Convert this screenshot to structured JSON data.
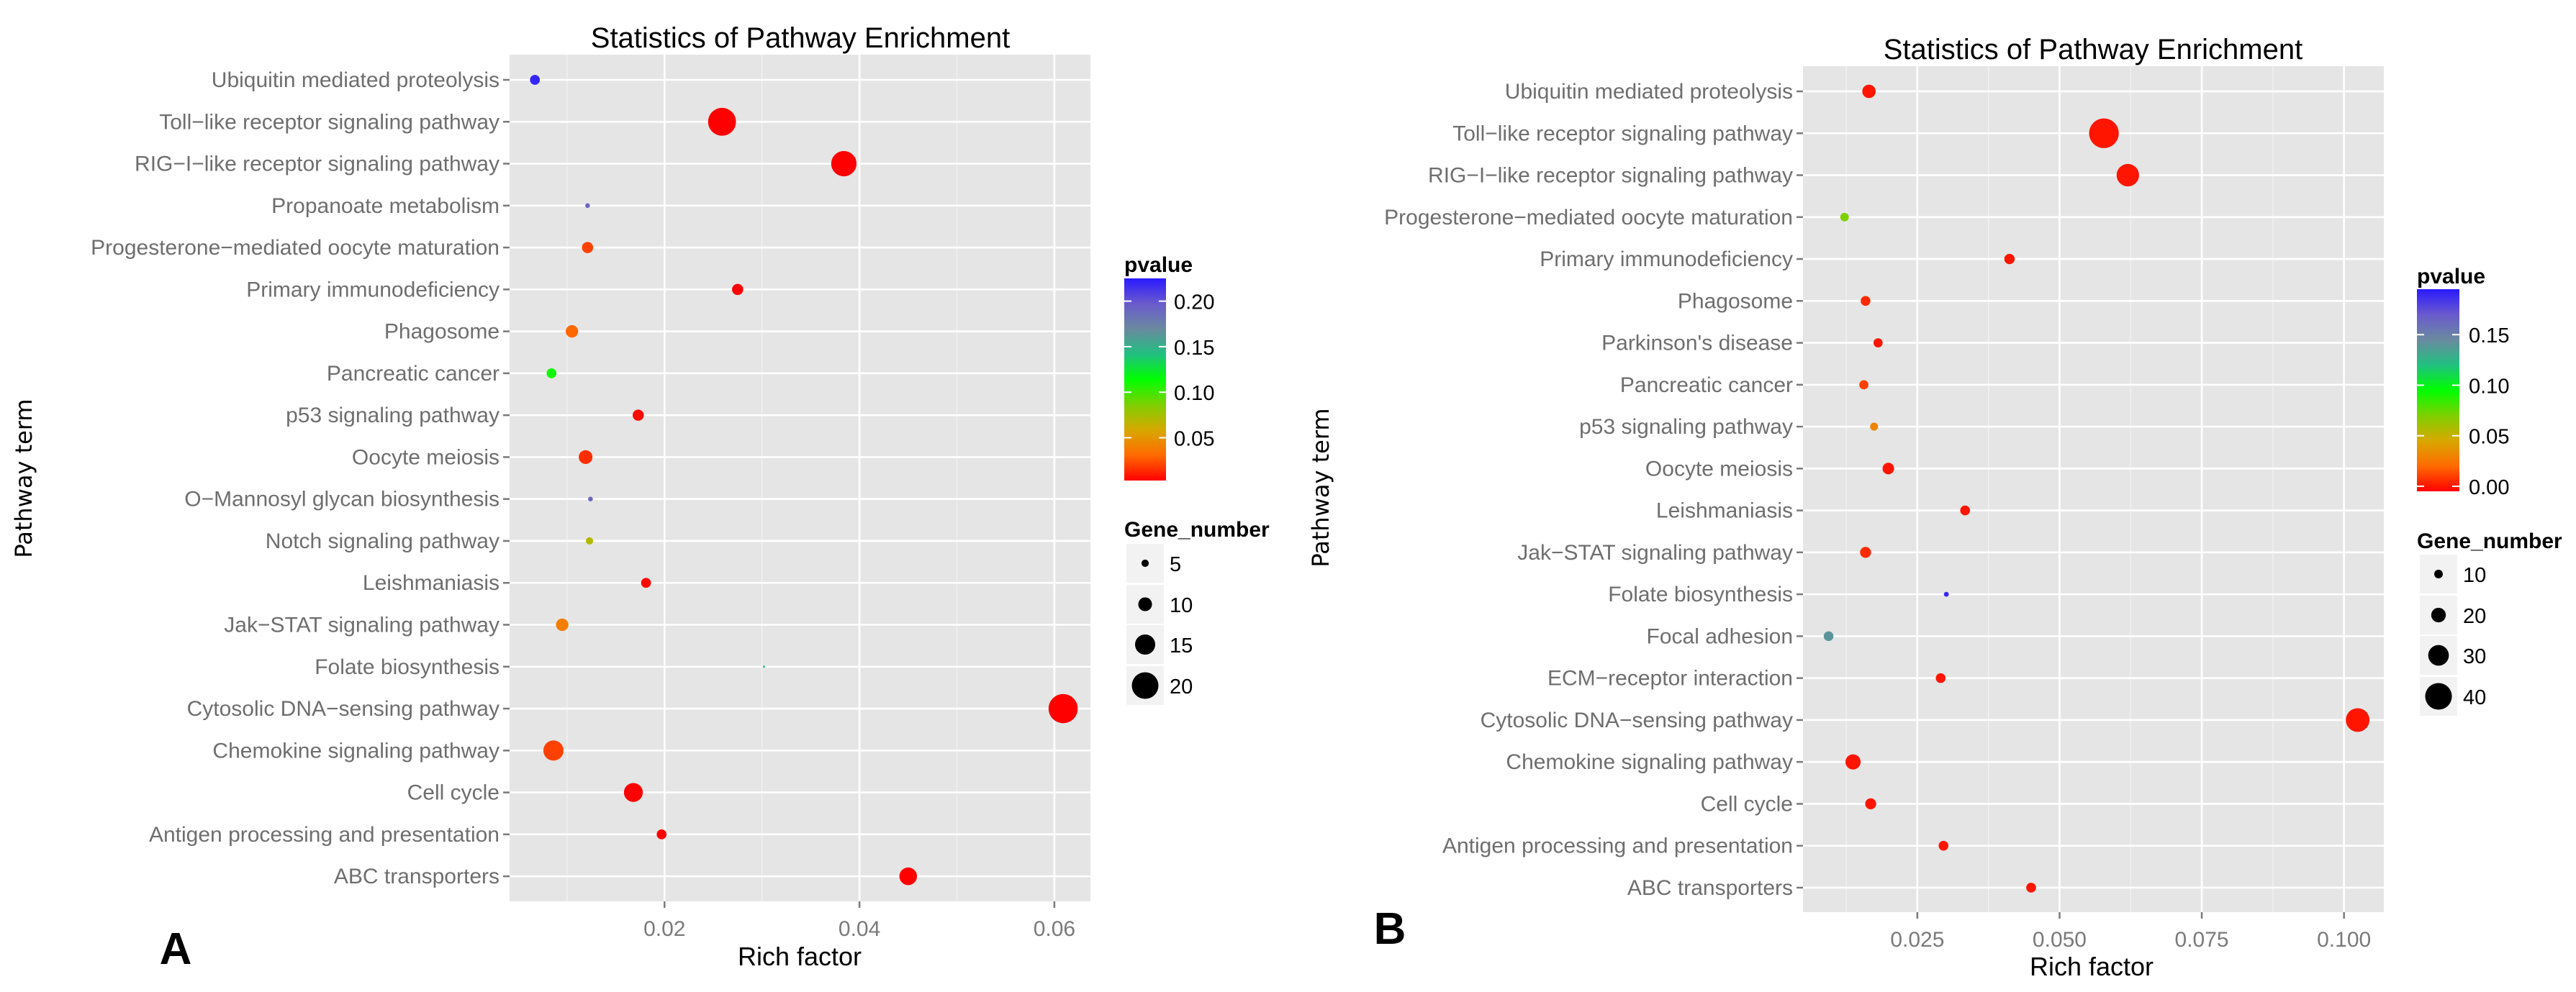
{
  "chart_data": [
    {
      "type": "scatter",
      "panel_label": "A",
      "title": "Statistics of Pathway Enrichment",
      "xlabel": "Rich factor",
      "ylabel": "Pathway term",
      "xlim": [
        0.0041,
        0.0637
      ],
      "xticks": [
        0.02,
        0.04,
        0.06
      ],
      "xtick_labels": [
        "0.02",
        "0.04",
        "0.06"
      ],
      "grid": true,
      "background": "#e5e5e5",
      "categories": [
        "Ubiquitin mediated proteolysis",
        "Toll−like receptor signaling pathway",
        "RIG−I−like receptor signaling pathway",
        "Propanoate metabolism",
        "Progesterone−mediated oocyte maturation",
        "Primary immunodeficiency",
        "Phagosome",
        "Pancreatic cancer",
        "p53 signaling pathway",
        "Oocyte meiosis",
        "O−Mannosyl glycan biosynthesis",
        "Notch signaling pathway",
        "Leishmaniasis",
        "Jak−STAT signaling pathway",
        "Folate biosynthesis",
        "Cytosolic DNA−sensing pathway",
        "Chemokine signaling pathway",
        "Cell cycle",
        "Antigen processing and presentation",
        "ABC transporters"
      ],
      "rich_factor": [
        0.0067,
        0.0259,
        0.0384,
        0.0121,
        0.0121,
        0.0275,
        0.0105,
        0.0084,
        0.0173,
        0.0119,
        0.0124,
        0.0123,
        0.0181,
        0.0095,
        0.0302,
        0.0609,
        0.0086,
        0.0168,
        0.0197,
        0.045
      ],
      "pvalue": [
        0.22,
        0.0,
        0.0,
        0.19,
        0.02,
        0.003,
        0.03,
        0.11,
        0.005,
        0.015,
        0.19,
        0.07,
        0.005,
        0.04,
        0.14,
        0.0,
        0.02,
        0.001,
        0.002,
        0.001
      ],
      "gene_number": [
        7,
        21,
        19,
        3,
        8,
        8,
        9,
        7,
        8,
        10,
        3,
        5,
        7,
        9,
        1,
        22,
        15,
        14,
        7,
        13
      ],
      "color_legend": {
        "title": "pvalue",
        "range": [
          0.003,
          0.225
        ],
        "ticks": [
          0.05,
          0.1,
          0.15,
          0.2
        ],
        "tick_labels": [
          "0.05",
          "0.10",
          "0.15",
          "0.20"
        ]
      },
      "size_legend": {
        "title": "Gene_number",
        "values": [
          5,
          10,
          15,
          20
        ],
        "labels": [
          "5",
          "10",
          "15",
          "20"
        ]
      }
    },
    {
      "type": "scatter",
      "panel_label": "B",
      "title": "Statistics of Pathway Enrichment",
      "xlabel": "Rich factor",
      "ylabel": "Pathway term",
      "xlim": [
        0.0049,
        0.107
      ],
      "xticks": [
        0.025,
        0.05,
        0.075,
        0.1
      ],
      "xtick_labels": [
        "0.025",
        "0.050",
        "0.075",
        "0.100"
      ],
      "grid": true,
      "background": "#e5e5e5",
      "categories": [
        "Ubiquitin mediated proteolysis",
        "Toll−like receptor signaling pathway",
        "RIG−I−like receptor signaling pathway",
        "Progesterone−mediated oocyte maturation",
        "Primary immunodeficiency",
        "Phagosome",
        "Parkinson's disease",
        "Pancreatic cancer",
        "p53 signaling pathway",
        "Oocyte meiosis",
        "Leishmaniasis",
        "Jak−STAT signaling pathway",
        "Folate biosynthesis",
        "Focal adhesion",
        "ECM−receptor interaction",
        "Cytosolic DNA−sensing pathway",
        "Chemokine signaling pathway",
        "Cell cycle",
        "Antigen processing and presentation",
        "ABC transporters"
      ],
      "rich_factor": [
        0.0165,
        0.0578,
        0.062,
        0.0122,
        0.0412,
        0.0159,
        0.0181,
        0.0156,
        0.0174,
        0.0199,
        0.0334,
        0.0159,
        0.0301,
        0.0094,
        0.0291,
        0.1024,
        0.0137,
        0.0168,
        0.0296,
        0.045
      ],
      "pvalue": [
        0.0,
        0.0,
        0.0,
        0.07,
        0.0,
        0.005,
        0.0,
        0.01,
        0.03,
        0.0,
        0.0,
        0.005,
        0.19,
        0.14,
        0.0,
        0.0,
        0.0,
        0.0,
        0.0,
        0.0
      ],
      "gene_number": [
        18,
        45,
        33,
        10,
        13,
        12,
        11,
        11,
        9,
        15,
        12,
        14,
        4,
        12,
        12,
        35,
        21,
        14,
        12,
        12
      ],
      "color_legend": {
        "title": "pvalue",
        "range": [
          -0.005,
          0.195
        ],
        "ticks": [
          0.0,
          0.05,
          0.1,
          0.15
        ],
        "tick_labels": [
          "0.00",
          "0.05",
          "0.10",
          "0.15"
        ]
      },
      "size_legend": {
        "title": "Gene_number",
        "values": [
          10,
          20,
          30,
          40
        ],
        "labels": [
          "10",
          "20",
          "30",
          "40"
        ]
      }
    }
  ],
  "colors": {
    "gradient": [
      "#ff0000",
      "#ff6a00",
      "#d8a800",
      "#7ed000",
      "#00ff00",
      "#20c080",
      "#6a8aa0",
      "#6a5acd",
      "#2a1aff"
    ],
    "gridline": "#ffffff",
    "text_gray": "#6e6e6e"
  }
}
